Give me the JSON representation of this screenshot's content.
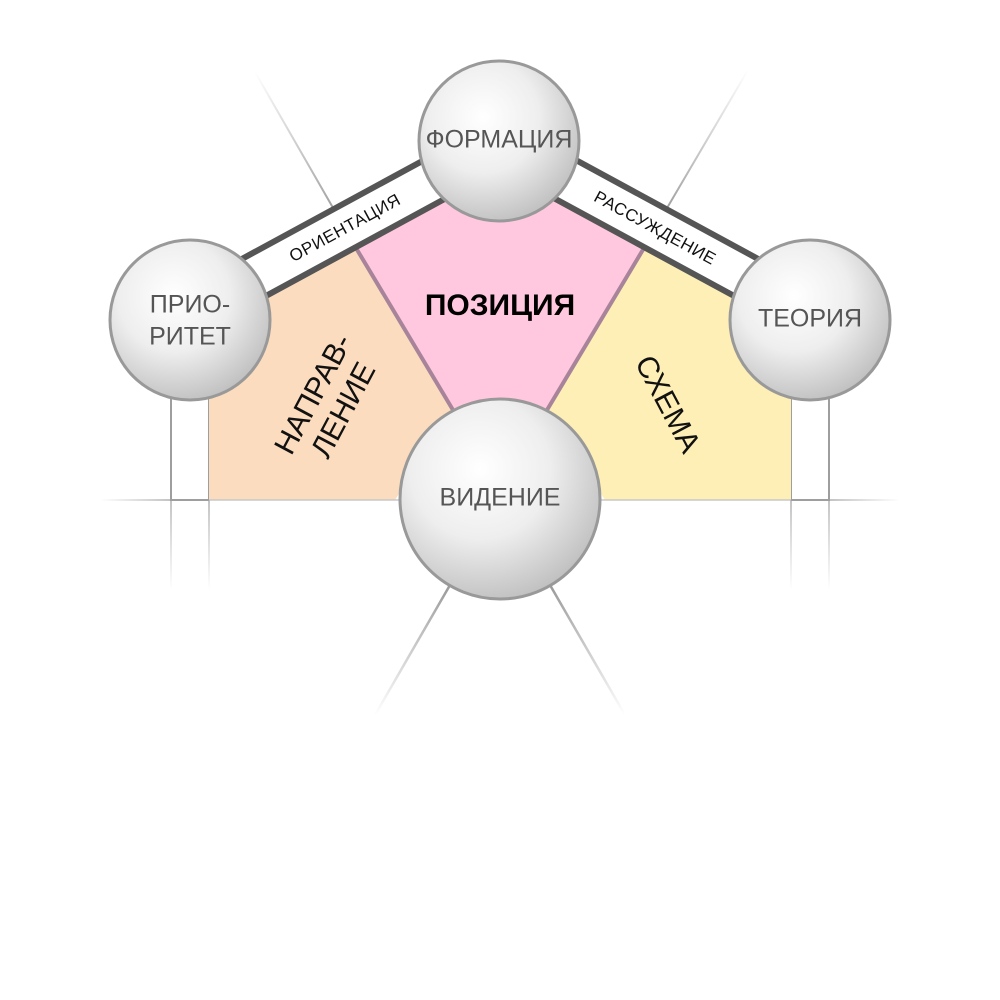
{
  "nodes": {
    "top": "ФОРМАЦИЯ",
    "left_line1": "ПРИО-",
    "left_line2": "РИТЕТ",
    "right": "ТЕОРИЯ",
    "bottom": "ВИДЕНИЕ"
  },
  "bands": {
    "left": "ОРИЕНТАЦИЯ",
    "right": "РАССУЖДЕНИЕ"
  },
  "sectors": {
    "center": "ПОЗИЦИЯ",
    "left_line1": "НАПРАВ-",
    "left_line2": "ЛЕНИЕ",
    "right": "СХЕМА"
  },
  "colors": {
    "center_fill": "#ffc8de",
    "left_fill": "#fbdcbe",
    "right_fill": "#fdefb6",
    "sphere_stroke": "#999999",
    "band_stroke": "#555555"
  }
}
